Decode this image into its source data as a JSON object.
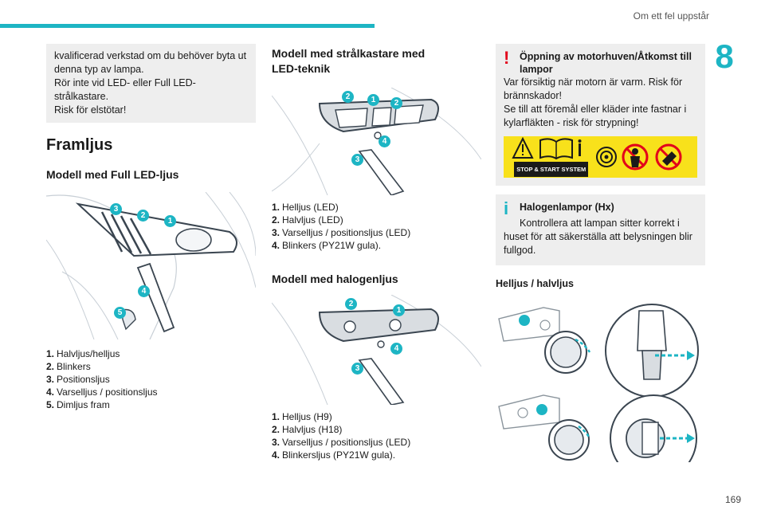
{
  "header": {
    "section_title": "Om ett fel uppstår",
    "chapter_number": "8"
  },
  "left": {
    "note_lines": [
      "kvalificerad verkstad om du behöver byta ut",
      "denna typ av lampa.",
      "Rör inte vid LED- eller Full LED-strålkastare.",
      "Risk för elstötar!"
    ],
    "heading": "Framljus",
    "subheading": "Modell med Full LED-ljus",
    "badges": [
      "3",
      "2",
      "1",
      "4",
      "5"
    ],
    "items": [
      {
        "num": "1.",
        "text": "Halvljus/helljus"
      },
      {
        "num": "2.",
        "text": "Blinkers"
      },
      {
        "num": "3.",
        "text": "Positionsljus"
      },
      {
        "num": "4.",
        "text": "Varselljus / positionsljus"
      },
      {
        "num": "5.",
        "text": "Dimljus fram"
      }
    ]
  },
  "middle": {
    "led_heading_line1": "Modell med strålkastare med",
    "led_heading_line2": "LED-teknik",
    "led_badges": [
      "2",
      "1",
      "2",
      "4",
      "3"
    ],
    "led_items": [
      {
        "num": "1.",
        "text": "Helljus (LED)"
      },
      {
        "num": "2.",
        "text": "Halvljus (LED)"
      },
      {
        "num": "3.",
        "text": "Varselljus / positionsljus (LED)"
      },
      {
        "num": "4.",
        "text": "Blinkers (PY21W gula)."
      }
    ],
    "halogen_heading": "Modell med halogenljus",
    "halogen_badges": [
      "2",
      "1",
      "4",
      "3"
    ],
    "halogen_items": [
      {
        "num": "1.",
        "text": "Helljus (H9)"
      },
      {
        "num": "2.",
        "text": "Halvljus (H18)"
      },
      {
        "num": "3.",
        "text": "Varselljus / positionsljus (LED)"
      },
      {
        "num": "4.",
        "text": "Blinkersljus (PY21W gula)."
      }
    ]
  },
  "right": {
    "warning": {
      "glyph": "!",
      "title_line1": "Öppning av motorhuven/Åtkomst till",
      "title_line2": "lampor",
      "lines": [
        "Var försiktig när motorn är varm. Risk för",
        "brännskador!",
        "Se till att föremål eller kläder inte fastnar i",
        "kylarfläkten - risk för strypning!"
      ],
      "stop_start_label": "STOP & START SYSTEM"
    },
    "info": {
      "glyph": "i",
      "title": "Halogenlampor (Hx)",
      "lines": [
        "Kontrollera att lampan sitter korrekt i",
        "huset för att säkerställa att belysningen blir",
        "fullgod."
      ]
    },
    "subheading": "Helljus / halvljus"
  },
  "page_number": "169",
  "colors": {
    "accent": "#1db5c4",
    "warning_red": "#e2001a",
    "warning_yellow": "#f8e11b",
    "box_gray": "#eeeeee"
  }
}
